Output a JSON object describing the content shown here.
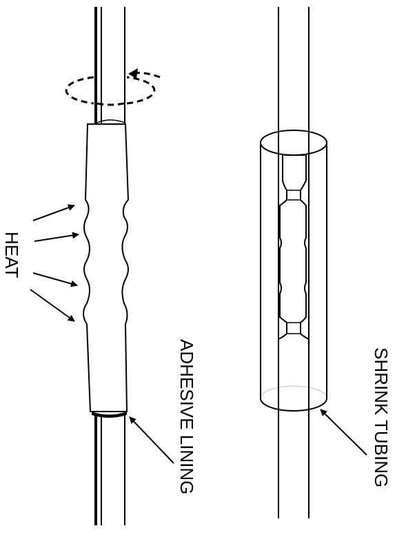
{
  "labels": {
    "heat": "HEAT",
    "adhesive_lining": "ADHESIVE LINING",
    "shrink_tubing": "SHRINK TUBING"
  },
  "colors": {
    "ink": "#000000",
    "background": "#ffffff"
  }
}
